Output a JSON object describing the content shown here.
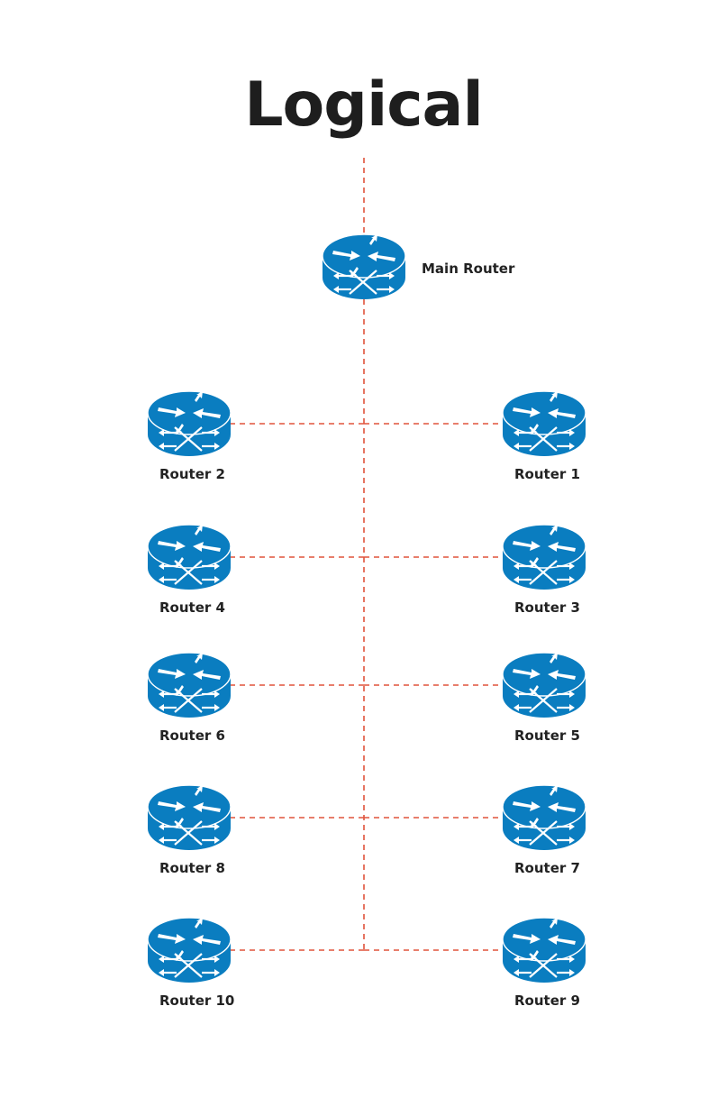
{
  "title": "Logical",
  "colors": {
    "router_body": "#0a7dc0",
    "router_top": "#0a7dc0",
    "router_rim": "#ffffff",
    "link": "#e0533c",
    "text": "#222222"
  },
  "icon": "router-icon",
  "nodes": [
    {
      "id": "main",
      "label": "Main Router",
      "level": 0,
      "side": "center"
    },
    {
      "id": "r1",
      "label": "Router 1",
      "level": 1,
      "side": "right"
    },
    {
      "id": "r2",
      "label": "Router 2",
      "level": 1,
      "side": "left"
    },
    {
      "id": "r3",
      "label": "Router 3",
      "level": 2,
      "side": "right"
    },
    {
      "id": "r4",
      "label": "Router 4",
      "level": 2,
      "side": "left"
    },
    {
      "id": "r5",
      "label": "Router 5",
      "level": 3,
      "side": "right"
    },
    {
      "id": "r6",
      "label": "Router 6",
      "level": 3,
      "side": "left"
    },
    {
      "id": "r7",
      "label": "Router 7",
      "level": 4,
      "side": "right"
    },
    {
      "id": "r8",
      "label": "Router 8",
      "level": 4,
      "side": "left"
    },
    {
      "id": "r9",
      "label": "Router 9",
      "level": 5,
      "side": "right"
    },
    {
      "id": "r10",
      "label": "Router 10",
      "level": 5,
      "side": "left"
    }
  ],
  "links": [
    {
      "from": "main",
      "to": "r1"
    },
    {
      "from": "main",
      "to": "r2"
    },
    {
      "from": "main",
      "to": "r3"
    },
    {
      "from": "main",
      "to": "r4"
    },
    {
      "from": "main",
      "to": "r5"
    },
    {
      "from": "main",
      "to": "r6"
    },
    {
      "from": "main",
      "to": "r7"
    },
    {
      "from": "main",
      "to": "r8"
    },
    {
      "from": "main",
      "to": "r9"
    },
    {
      "from": "main",
      "to": "r10"
    }
  ]
}
